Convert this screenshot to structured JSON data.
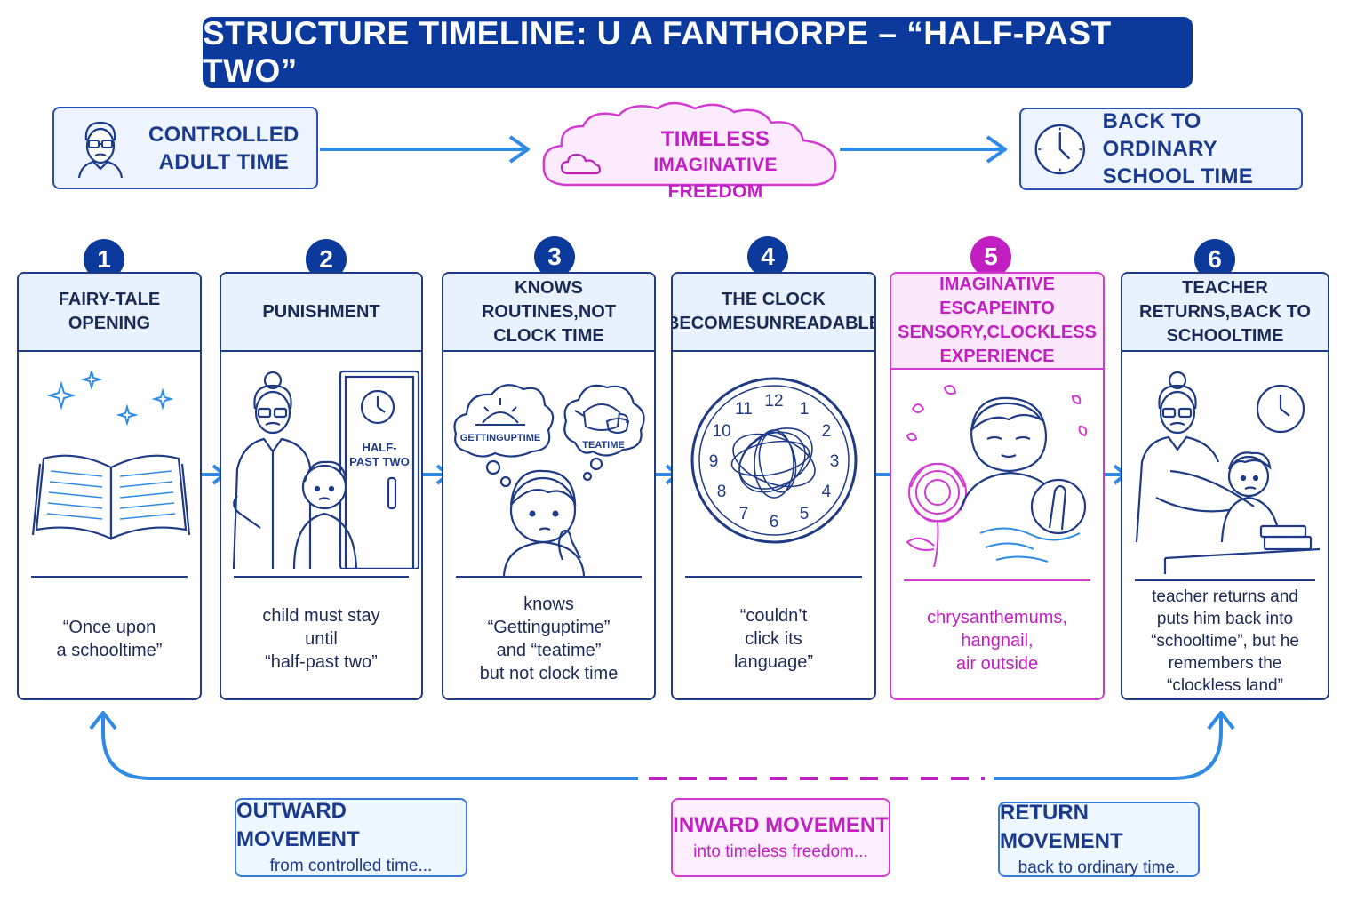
{
  "title": "STRUCTURE TIMELINE: U A FANTHORPE – “HALF-PAST TWO”",
  "phases": {
    "left": {
      "line1": "CONTROLLED",
      "line2": "ADULT TIME",
      "icon": "adult-face-icon"
    },
    "middle": {
      "line1": "TIMELESS",
      "line2": "IMAGINATIVE FREEDOM",
      "icon": "cloud-icon"
    },
    "right": {
      "line1": "BACK TO ORDINARY",
      "line2": "SCHOOL TIME",
      "icon": "clock-icon"
    }
  },
  "steps": [
    {
      "number": "1",
      "heading": [
        "FAIRY-TALE OPENING"
      ],
      "caption": [
        "“Once upon",
        "a schooltime”"
      ],
      "icon": "open-book-icon"
    },
    {
      "number": "2",
      "heading": [
        "PUNISHMENT"
      ],
      "caption": [
        "child must stay",
        "until",
        "“half-past two”"
      ],
      "icon": "teacher-and-child-icon",
      "door_sign": [
        "HALF-",
        "PAST TWO"
      ]
    },
    {
      "number": "3",
      "heading": [
        "KNOWS ROUTINES,",
        "NOT CLOCK TIME"
      ],
      "caption": [
        "knows",
        "“Gettinguptime”",
        "and “teatime”",
        "but not clock time"
      ],
      "icon": "thinking-child-icon",
      "bubbles": [
        "GETTINGUPTIME",
        "TEATIME"
      ]
    },
    {
      "number": "4",
      "heading": [
        "THE CLOCK BECOMES",
        "UNREADABLE"
      ],
      "caption": [
        "“couldn’t",
        "click its",
        "language”"
      ],
      "icon": "scribbled-clock-icon",
      "clock_numbers": [
        "12",
        "1",
        "2",
        "3",
        "4",
        "5",
        "6",
        "7",
        "8",
        "9",
        "10",
        "11"
      ]
    },
    {
      "number": "5",
      "heading": [
        "IMAGINATIVE ESCAPE",
        "INTO SENSORY,",
        "CLOCKLESS EXPERIENCE"
      ],
      "caption": [
        "chrysanthemums,",
        "hangnail,",
        "air outside"
      ],
      "icon": "dreaming-child-icon"
    },
    {
      "number": "6",
      "heading": [
        "TEACHER RETURNS,",
        "BACK TO SCHOOLTIME"
      ],
      "caption": [
        "teacher returns and",
        "puts him back into",
        "“schooltime”, but he",
        "remembers the",
        "“clockless land”"
      ],
      "icon": "teacher-returns-icon"
    }
  ],
  "movements": [
    {
      "title": "OUTWARD MOVEMENT",
      "sub": "from controlled time..."
    },
    {
      "title": "INWARD MOVEMENT",
      "sub": "into timeless freedom..."
    },
    {
      "title": "RETURN MOVEMENT",
      "sub": "back to ordinary time."
    }
  ],
  "colors": {
    "navy": "#0b3a9c",
    "blue": "#2f8ae6",
    "magenta": "#c21fc2",
    "light_blue": "#e8f1fd",
    "light_pink": "#fbe9fb"
  }
}
